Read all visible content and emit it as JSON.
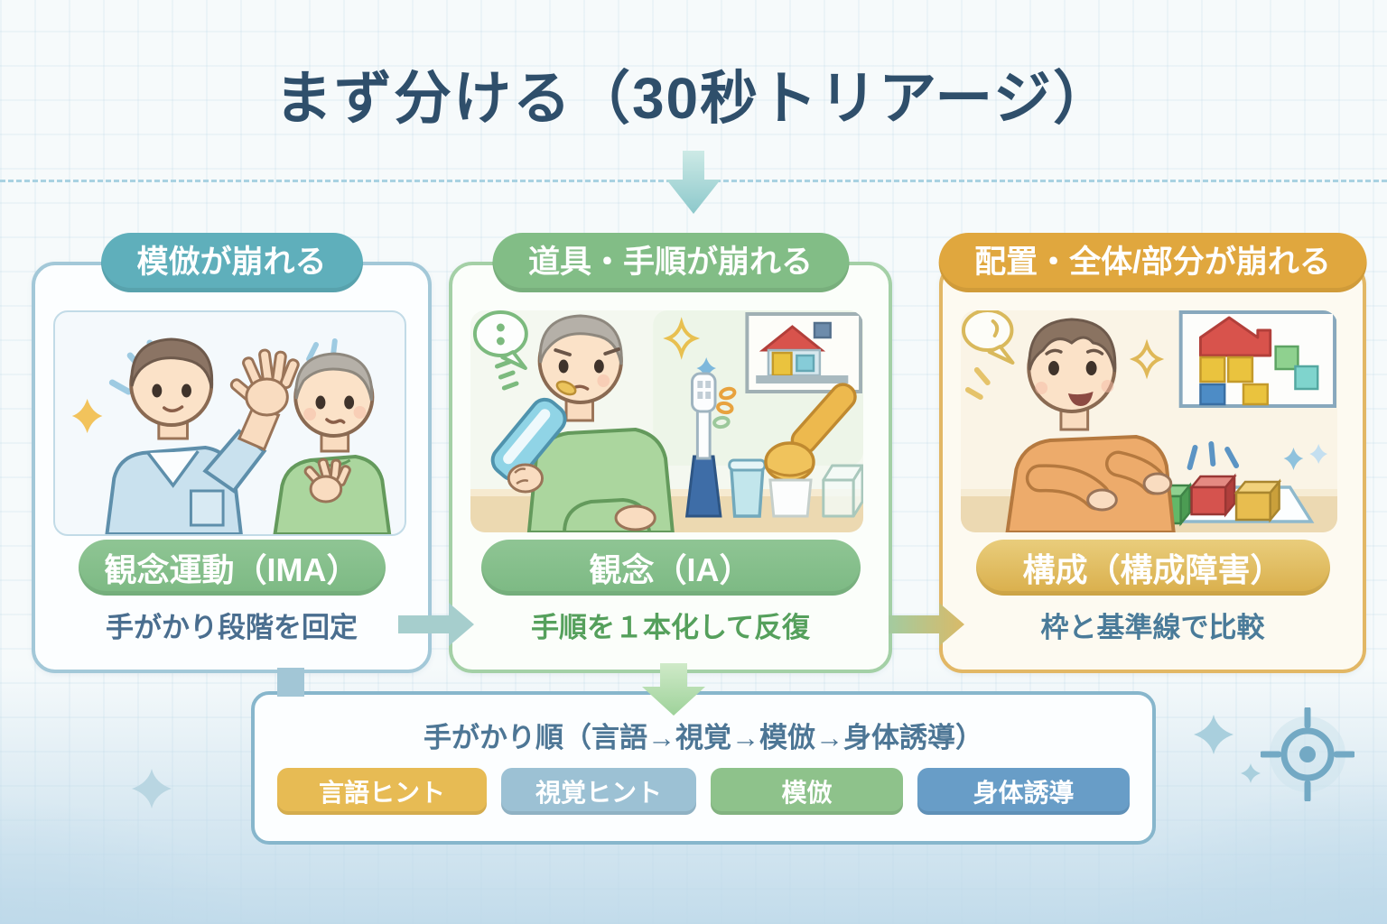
{
  "page": {
    "title": "まず分ける（30秒トリアージ）"
  },
  "cards": [
    {
      "header": "模倣が崩れる",
      "badge": "観念運動（IMA）",
      "note": "手がかり段階を回定",
      "colors": {
        "header_bg": "#5fafbb",
        "badge_bg": "#85c08c",
        "note_text": "#4a6e8f",
        "card_border": "#a3c8d8"
      }
    },
    {
      "header": "道具・手順が崩れる",
      "badge": "観念（IA）",
      "note": "手順を１本化して反復",
      "colors": {
        "header_bg": "#82bd86",
        "badge_bg": "#85c08c",
        "note_text": "#55a05c",
        "card_border": "#a4d0a6"
      }
    },
    {
      "header": "配置・全体/部分が崩れる",
      "badge": "構成（構成障害）",
      "note": "枠と基準線で比較",
      "colors": {
        "header_bg": "#e0a73e",
        "badge_bg": "#ddba5e",
        "note_text": "#4a7b99",
        "card_border": "#e2b765"
      }
    }
  ],
  "footer": {
    "title": "手がかり順（言語→視覚→模倣→身体誘導）",
    "chips": [
      {
        "label": "言語ヒント",
        "color": "#e7bb54"
      },
      {
        "label": "視覚ヒント",
        "color": "#9cc1d4"
      },
      {
        "label": "模倣",
        "color": "#8ec28b"
      },
      {
        "label": "身体誘導",
        "color": "#689dc7"
      }
    ]
  }
}
